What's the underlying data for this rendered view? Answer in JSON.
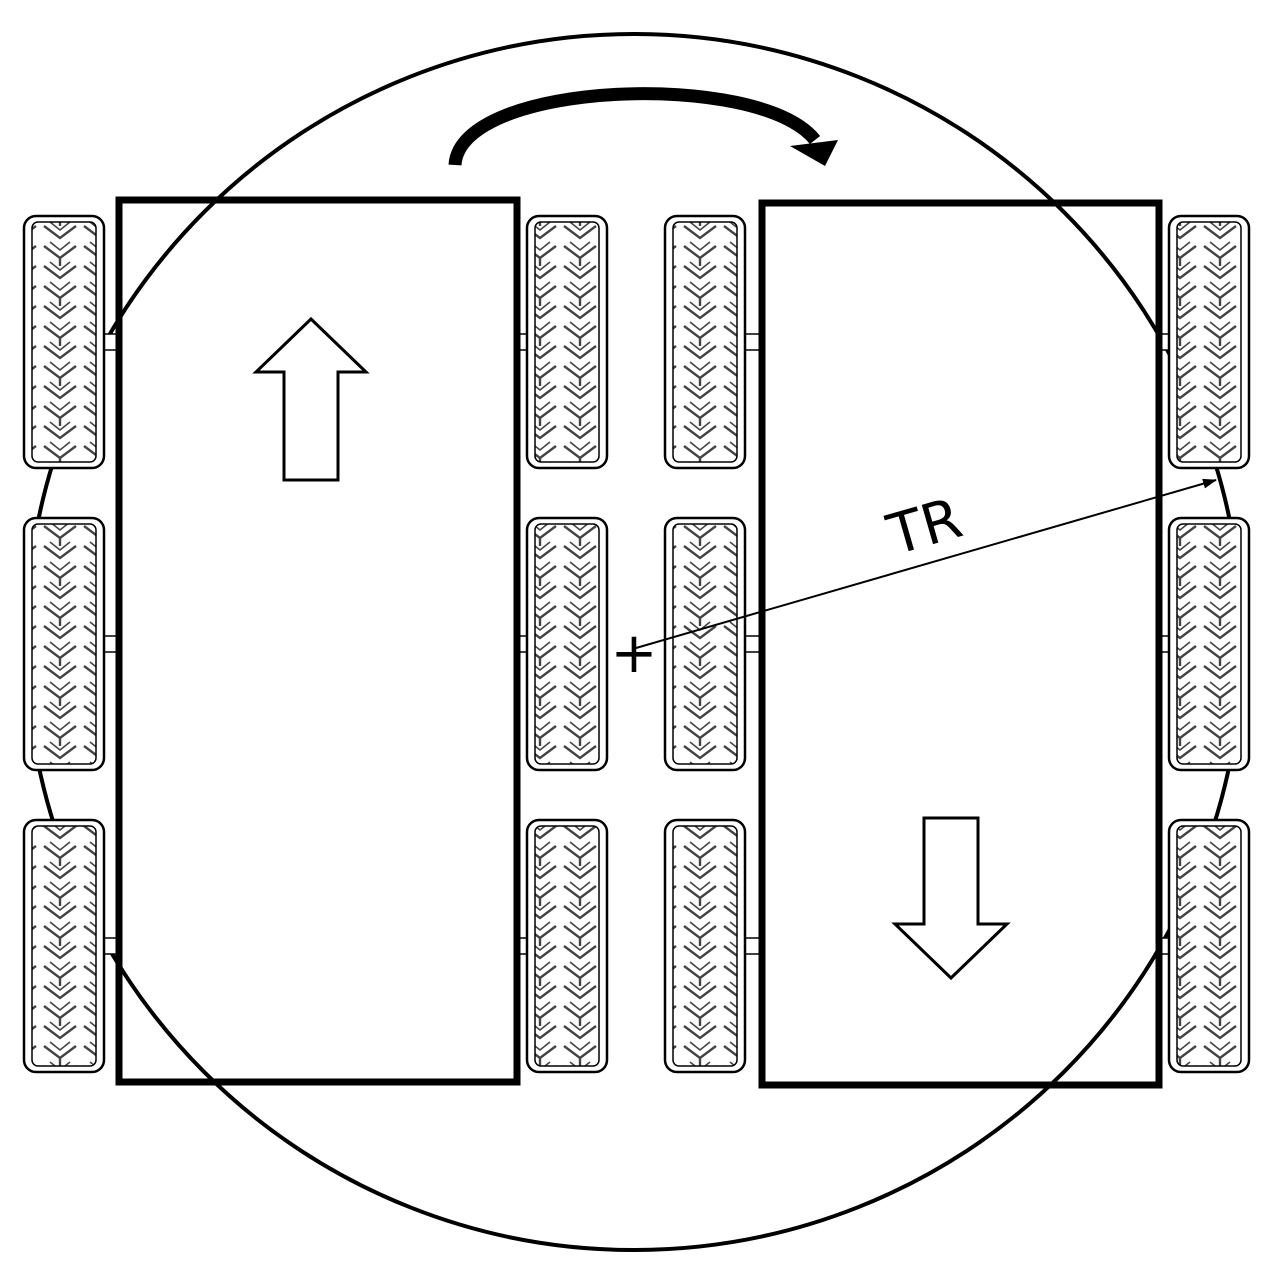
{
  "diagram": {
    "radius_label": "TR",
    "center_marker": "+",
    "colors": {
      "ink": "#000000",
      "background": "#ffffff",
      "tread": "#444444"
    },
    "wheel_rows": 3,
    "wheel_columns": 4
  }
}
